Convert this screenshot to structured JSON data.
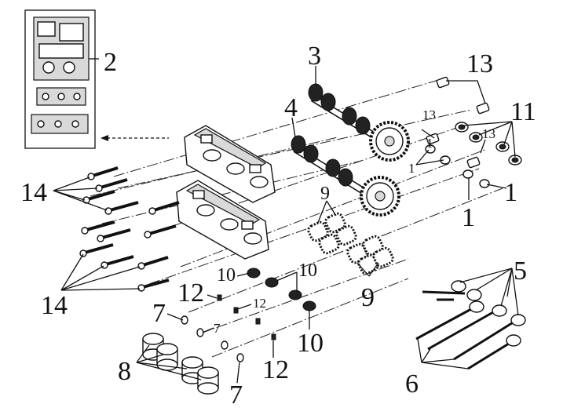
{
  "callouts": {
    "c1a": "1",
    "c1b": "1",
    "c1c": "1",
    "c1d": "1",
    "c2": "2",
    "c3": "3",
    "c4": "4",
    "c5": "5",
    "c6": "6",
    "c7a": "7",
    "c7b": "7",
    "c7c": "7",
    "c8": "8",
    "c9a": "9",
    "c9b": "9",
    "c10a": "10",
    "c10b": "10",
    "c10c": "10",
    "c11": "11",
    "c12a": "12",
    "c12b": "12",
    "c12c": "12",
    "c13a": "13",
    "c13b": "13",
    "c13c": "13",
    "c14a": "14",
    "c14b": "14"
  },
  "colors": {
    "ink": "#111111",
    "paper": "#ffffff",
    "shade": "#d9d9d9"
  }
}
